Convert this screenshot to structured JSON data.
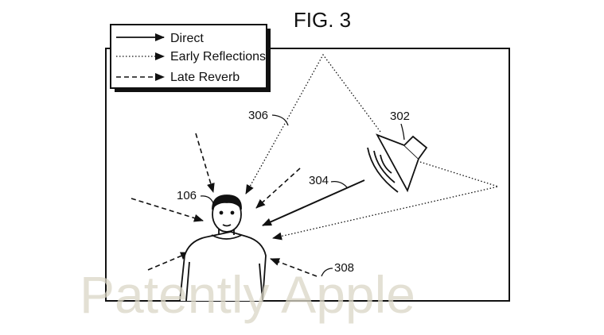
{
  "figure": {
    "title": "FIG. 3"
  },
  "legend": {
    "items": [
      {
        "label": "Direct",
        "style": "solid"
      },
      {
        "label": "Early Reflections",
        "style": "dotted"
      },
      {
        "label": "Late Reverb",
        "style": "dashed"
      }
    ]
  },
  "refs": {
    "speaker": "302",
    "direct_path": "304",
    "reflection_path": "306",
    "listener": "106",
    "late_reverb": "308"
  },
  "watermark": {
    "text": "Patently Apple",
    "color": "#d9d6c6"
  },
  "colors": {
    "ink": "#111111",
    "background": "#ffffff"
  }
}
